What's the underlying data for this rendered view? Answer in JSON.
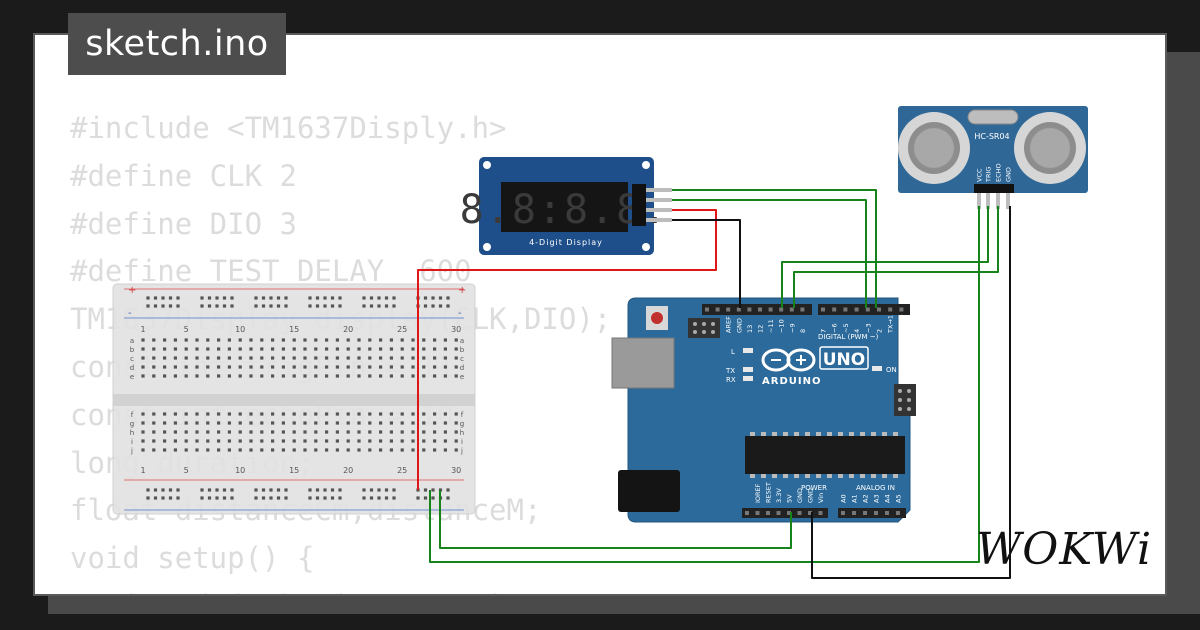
{
  "title": "sketch.ino",
  "code_lines": [
    "#include <TM1637Disply.h>",
    "#define CLK 2",
    "#define DIO 3",
    "#define TEST_DELAY  600",
    "TM1637Display display(CLK,DIO);",
    "const int trigPin = 11;",
    "const int echoPin = 10;",
    "long duration;",
    "float distanceCm,distanceM;",
    "void setup() {",
    "  pinMode(echoPin, INPUT);"
  ],
  "display_module": {
    "label": "4-Digit Display",
    "digits": "8.8:8.8."
  },
  "sensor": {
    "label": "HC-SR04",
    "pins": [
      "VCC",
      "TRIG",
      "ECHO",
      "GND"
    ]
  },
  "arduino": {
    "brand": "ARDUINO",
    "model": "UNO",
    "digital_label": "DIGITAL (PWM ~)",
    "digital_pins_a": [
      "AREF",
      "GND",
      "13",
      "12",
      "~11",
      "~10",
      "~9",
      "8"
    ],
    "digital_pins_b": [
      "7",
      "~6",
      "~5",
      "4",
      "~3",
      "2",
      "TX→1",
      "RX←0"
    ],
    "led_l": "L",
    "led_tx": "TX",
    "led_rx": "RX",
    "led_on": "ON",
    "power_label": "POWER",
    "power_pins": [
      "IOREF",
      "RESET",
      "3.3V",
      "5V",
      "GND",
      "GND",
      "Vin"
    ],
    "analog_label": "ANALOG IN",
    "analog_pins": [
      "A0",
      "A1",
      "A2",
      "A3",
      "A4",
      "A5"
    ]
  },
  "breadboard": {
    "column_numbers": [
      "1",
      "5",
      "10",
      "15",
      "20",
      "25",
      "30"
    ],
    "rows_top": [
      "a",
      "b",
      "c",
      "d",
      "e"
    ],
    "rows_bottom": [
      "f",
      "g",
      "h",
      "i",
      "j"
    ],
    "plus": "+",
    "minus": "-"
  },
  "brand": "WOKWi",
  "colors": {
    "board_blue": "#2b6a9b",
    "display_blue": "#1e4f8a",
    "wire_green": "#16841a",
    "wire_red": "#e01515",
    "wire_black": "#111111"
  }
}
